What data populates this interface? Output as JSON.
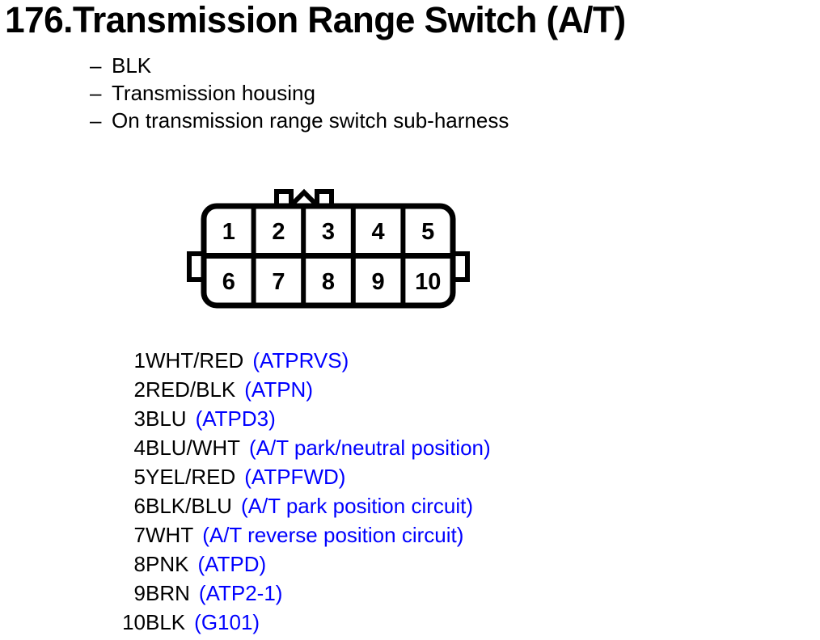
{
  "page": {
    "title": "176.Transmission Range Switch (A/T)",
    "background_color": "#ffffff",
    "text_color": "#000000",
    "circuit_color": "#0000ff"
  },
  "notes": {
    "dash": "–",
    "items": [
      {
        "dash": "–",
        "text": "BLK"
      },
      {
        "dash": "–",
        "text": "Transmission housing"
      },
      {
        "dash": "–",
        "text": "On transmission range switch sub-harness"
      }
    ]
  },
  "connector": {
    "name": "10-pin connector",
    "rows": 2,
    "columns": 5,
    "top_row_pins": [
      "1",
      "2",
      "3",
      "4",
      "5"
    ],
    "bottom_row_pins": [
      "6",
      "7",
      "8",
      "9",
      "10"
    ],
    "features": [
      "top-left-tab",
      "top-right-tab",
      "top-center-peak",
      "left-latch",
      "right-latch"
    ]
  },
  "pins": [
    {
      "number": "1",
      "wire": "WHT/RED",
      "circuit": "(ATPRVS)"
    },
    {
      "number": "2",
      "wire": "RED/BLK",
      "circuit": "(ATPN)"
    },
    {
      "number": "3",
      "wire": "BLU",
      "circuit": "(ATPD3)"
    },
    {
      "number": "4",
      "wire": "BLU/WHT",
      "circuit": "(A/T park/neutral position)"
    },
    {
      "number": "5",
      "wire": "YEL/RED",
      "circuit": "(ATPFWD)"
    },
    {
      "number": "6",
      "wire": "BLK/BLU",
      "circuit": "(A/T park position circuit)"
    },
    {
      "number": "7",
      "wire": "WHT",
      "circuit": "(A/T reverse position circuit)"
    },
    {
      "number": "8",
      "wire": "PNK",
      "circuit": "(ATPD)"
    },
    {
      "number": "9",
      "wire": "BRN",
      "circuit": "(ATP2-1)"
    },
    {
      "number": "10",
      "wire": "BLK",
      "circuit": "(G101)"
    }
  ]
}
